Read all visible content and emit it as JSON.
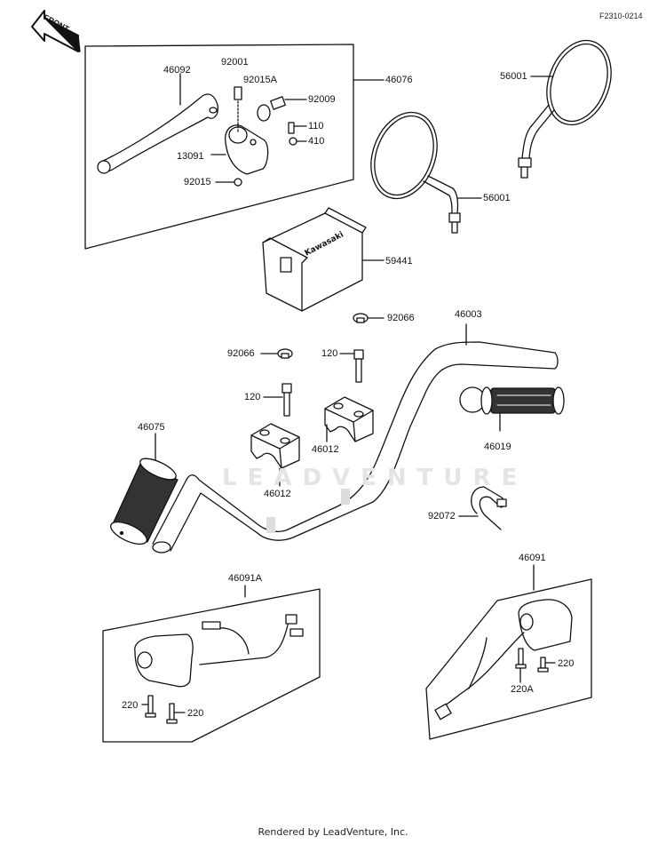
{
  "diagram": {
    "figure_code": "F2310-0214",
    "front_arrow_label": "FRONT",
    "watermark": "LEADVENTURE",
    "footer": "Rendered by LeadVenture, Inc.",
    "brand_on_cover": "Kawasaki",
    "parts": {
      "p46092": "46092",
      "p92001": "92001",
      "p92015A": "92015A",
      "p92009": "92009",
      "p46076": "46076",
      "p110": "110",
      "p410": "410",
      "p13091": "13091",
      "p92015": "92015",
      "p56001_right": "56001",
      "p56001_left": "56001",
      "p59441": "59441",
      "p92066_a": "92066",
      "p46003": "46003",
      "p92066_b": "92066",
      "p120_a": "120",
      "p120_b": "120",
      "p46075": "46075",
      "p46012_a": "46012",
      "p46012_b": "46012",
      "p46019": "46019",
      "p92072": "92072",
      "p46091A": "46091A",
      "p220_a": "220",
      "p220_b": "220",
      "p46091": "46091",
      "p220_c": "220",
      "p220A": "220A"
    }
  }
}
